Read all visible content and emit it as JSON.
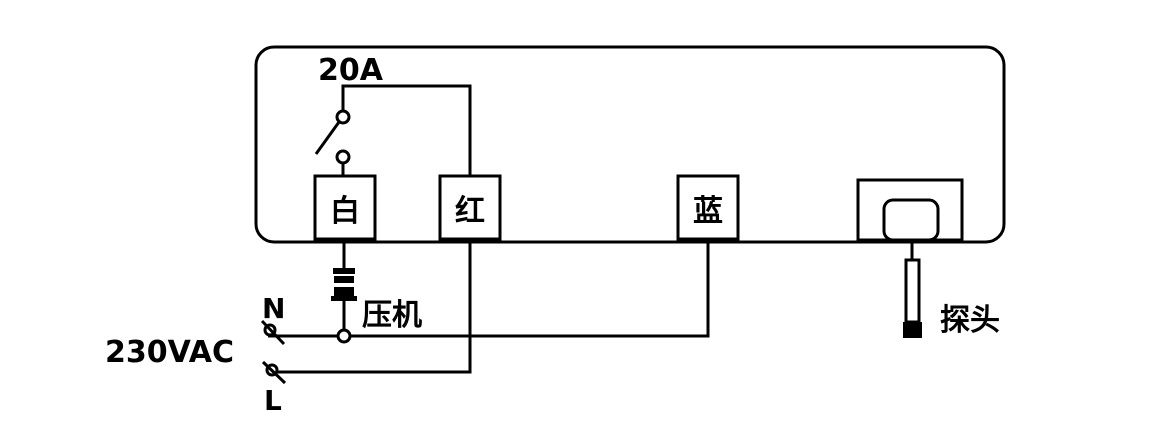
{
  "relay_rating": "20A",
  "terminals": {
    "white": "白",
    "red": "红",
    "blue": "蓝"
  },
  "labels": {
    "compressor": "压机",
    "probe": "探头",
    "supply": "230VAC",
    "neutral": "N",
    "live": "L"
  }
}
